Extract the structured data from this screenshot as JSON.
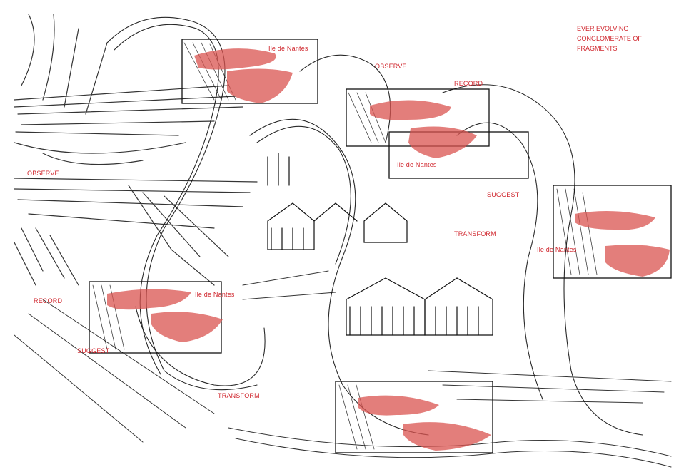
{
  "title_lines": [
    "EVER EVOLVING",
    "CONGLOMERATE OF",
    "FRAGMENTS"
  ],
  "labels": {
    "ile1": "Ile de Nantes",
    "observe_top": "OBSERVE",
    "record_top": "RECORD",
    "ile2": "Ile de Nantes",
    "observe_left": "OBSERVE",
    "suggest_right": "SUGGEST",
    "transform_mid": "TRANSFORM",
    "ile3": "Ile de Nantes",
    "record_left": "RECORD",
    "ile4": "Ile de Nantes",
    "suggest_left": "SUGGEST",
    "transform_bottom": "TRANSFORM"
  },
  "colors": {
    "label_red": "#d0262d",
    "blob_red": "#d9534f",
    "ink": "#111111"
  }
}
